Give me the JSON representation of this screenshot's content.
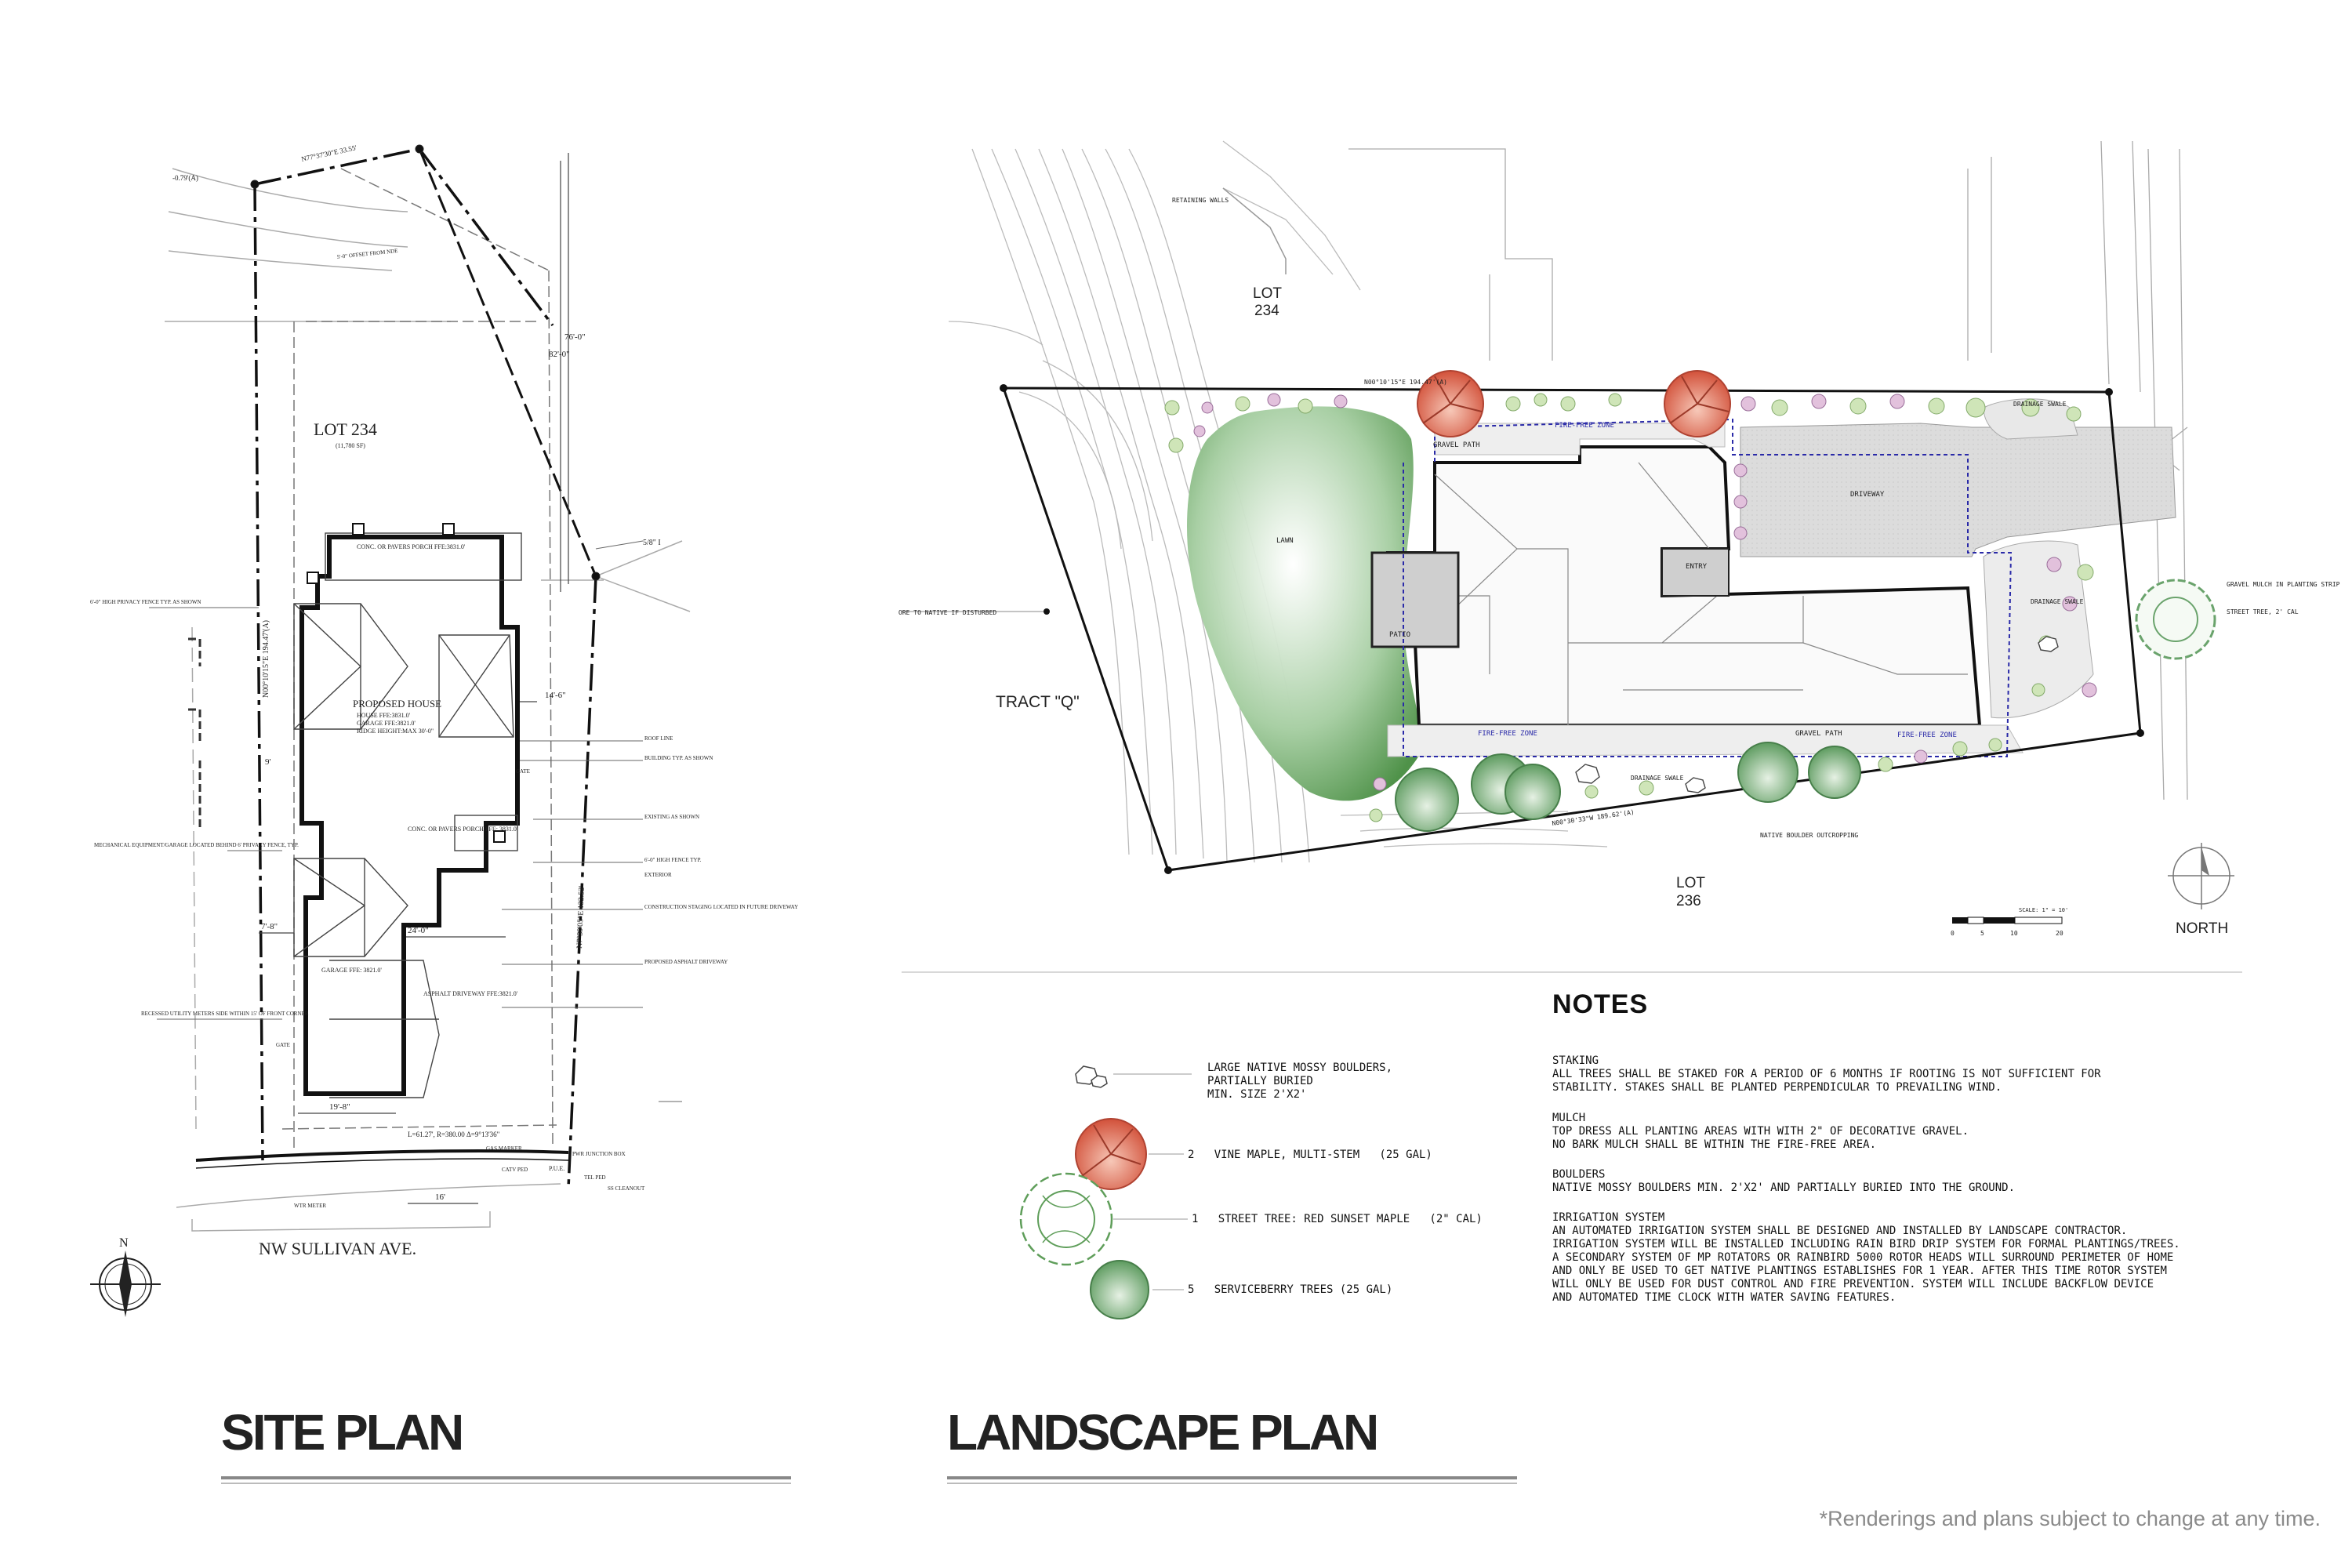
{
  "site_plan": {
    "heading": "SITE PLAN",
    "lot_label": "LOT 234",
    "lot_sub": "(11,780 SF)",
    "street": "NW SULLIVAN AVE.",
    "house_label": "PROPOSED HOUSE",
    "house_sub1": "HOUSE FFE:3831.0'",
    "house_sub2": "GARAGE FFE:3821.0'",
    "house_sub3": "RIDGE HEIGHT:MAX 30'-0\"",
    "porch_top": "CONC. OR PAVERS PORCH FFE:3831.0'",
    "porch_mid": "CONC. OR PAVERS PORCH FFE: 3831.0'",
    "garage_label": "GARAGE FFE: 3821.0'",
    "asphalt_label": "ASPHALT DRIVEWAY FFE:3821.0'",
    "north": "N",
    "dim_76": "76'-0\"",
    "dim_82": "82'-0\"",
    "dim_14": "14'-6\"",
    "dim_24": "24'-0\"",
    "dim_19": "19'-8\"",
    "dim_7": "7'-8\"",
    "dim_16": "16'",
    "dim_9": "9'",
    "curve": "L=61.27', R=380.00 Δ=9°13'36\"",
    "bearing_west": "N00°10'15\"E 194.47'(A)",
    "bearing_east": "N7°39'05\"E 132.52'",
    "bearing_top": "N77°37'30\"E 33.55'",
    "top_left_val": "-0.79'(A)",
    "pin": "5/8\" I",
    "offset_note": "5'-0\" OFFSET FROM NDE",
    "labels_left": [
      "6'-0\" HIGH PRIVACY FENCE TYP. AS SHOWN",
      "MECHANICAL EQUIPMENT/GARAGE LOCATED BEHIND 6' PRIVACY FENCE, TYP.",
      "RECESSED UTILITY METERS SIDE WITHIN 15' OF FRONT CORNER"
    ],
    "labels_right": [
      "ROOF LINE",
      "BUILDING TYP. AS SHOWN",
      "EXISTING AS SHOWN",
      "GATE",
      "6'-0\" HIGH FENCE TYP.",
      "EXTERIOR",
      "CONSTRUCTION STAGING LOCATED IN FUTURE DRIVEWAY",
      "PROPOSED ASPHALT DRIVEWAY",
      "GAS MARKER",
      "P.U.E.",
      "CATV PED",
      "TEL PED",
      "PWR JUNCTION BOX",
      "SS CLEANOUT",
      "WTR METER",
      "GATE"
    ]
  },
  "landscape_plan": {
    "heading": "LANDSCAPE PLAN",
    "lot_top": "LOT",
    "lot_top_num": "234",
    "lot_bottom": "LOT",
    "lot_bottom_num": "236",
    "tract": "TRACT \"Q\"",
    "north": "NORTH",
    "lawn": "LAWN",
    "patio": "PATIO",
    "entry": "ENTRY",
    "driveway": "DRIVEWAY",
    "gravel_path_top": "GRAVEL PATH",
    "gravel_path_bottom": "GRAVEL PATH",
    "fire_free_top": "FIRE-FREE ZONE",
    "fire_free_left": "FIRE-FREE ZONE",
    "fire_free_right": "FIRE-FREE ZONE",
    "drainage_top": "DRAINAGE SWALE",
    "drainage_right": "DRAINAGE SWALE",
    "drainage_bottom": "DRAINAGE SWALE",
    "boulder_outcrop": "NATIVE BOULDER OUTCROPPING",
    "gravel_mulch": "GRAVEL MULCH IN PLANTING STRIP",
    "street_tree": "STREET TREE, 2' CAL",
    "restore": "ORE TO NATIVE IF DISTURBED",
    "retaining": "RETAINING WALLS",
    "bearing_top": "N00°10'15\"E 194.47'(A)",
    "bearing_bottom": "N00°30'33\"W 189.62'(A)",
    "scale_label": "SCALE: 1\" = 10'",
    "scale_ticks": [
      "0",
      "5",
      "10",
      "20"
    ]
  },
  "legend": {
    "boulders": [
      "LARGE NATIVE MOSSY BOULDERS,",
      "PARTIALLY BURIED",
      "MIN. SIZE 2'X2'"
    ],
    "vine_maple": "2   VINE MAPLE, MULTI-STEM   (25 GAL)",
    "street_tree": "1   STREET TREE: RED SUNSET MAPLE   (2\" CAL)",
    "serviceberry": "5   SERVICEBERRY TREES (25 GAL)"
  },
  "notes": {
    "title": "NOTES",
    "staking": {
      "heading": "STAKING",
      "lines": [
        "ALL TREES SHALL BE STAKED FOR A PERIOD OF 6 MONTHS IF ROOTING IS NOT SUFFICIENT FOR",
        "STABILITY. STAKES SHALL BE PLANTED PERPENDICULAR TO PREVAILING WIND."
      ]
    },
    "mulch": {
      "heading": "MULCH",
      "lines": [
        "TOP DRESS ALL PLANTING AREAS WITH WITH 2\" OF DECORATIVE GRAVEL.",
        "NO BARK MULCH SHALL BE WITHIN THE FIRE-FREE AREA."
      ]
    },
    "boulders": {
      "heading": "BOULDERS",
      "lines": [
        "NATIVE MOSSY BOULDERS MIN. 2'X2' AND PARTIALLY BURIED INTO THE GROUND."
      ]
    },
    "irrigation": {
      "heading": "IRRIGATION SYSTEM",
      "lines": [
        "AN AUTOMATED IRRIGATION SYSTEM SHALL BE DESIGNED AND INSTALLED BY LANDSCAPE CONTRACTOR.",
        "IRRIGATION SYSTEM WILL BE INSTALLED INCLUDING RAIN BIRD DRIP SYSTEM FOR FORMAL PLANTINGS/TREES.",
        "A SECONDARY SYSTEM OF MP ROTATORS OR RAINBIRD 5000 ROTOR HEADS WILL SURROUND PERIMETER OF HOME",
        "AND ONLY BE USED TO GET NATIVE PLANTINGS ESTABLISHES FOR 1 YEAR. AFTER THIS TIME ROTOR SYSTEM",
        "WILL ONLY BE USED FOR DUST CONTROL AND FIRE PREVENTION. SYSTEM WILL INCLUDE BACKFLOW DEVICE",
        "AND AUTOMATED TIME CLOCK WITH WATER SAVING FEATURES."
      ]
    }
  },
  "disclaimer": "*Renderings and plans subject to change at any time.",
  "colors": {
    "lawn": "#5f9e5a",
    "vine_maple": "#d9654b",
    "serviceberry": "#7bb07c",
    "driveway": "#d7d7d7",
    "fire_zone": "#2a2aa8",
    "ink": "#222222"
  }
}
